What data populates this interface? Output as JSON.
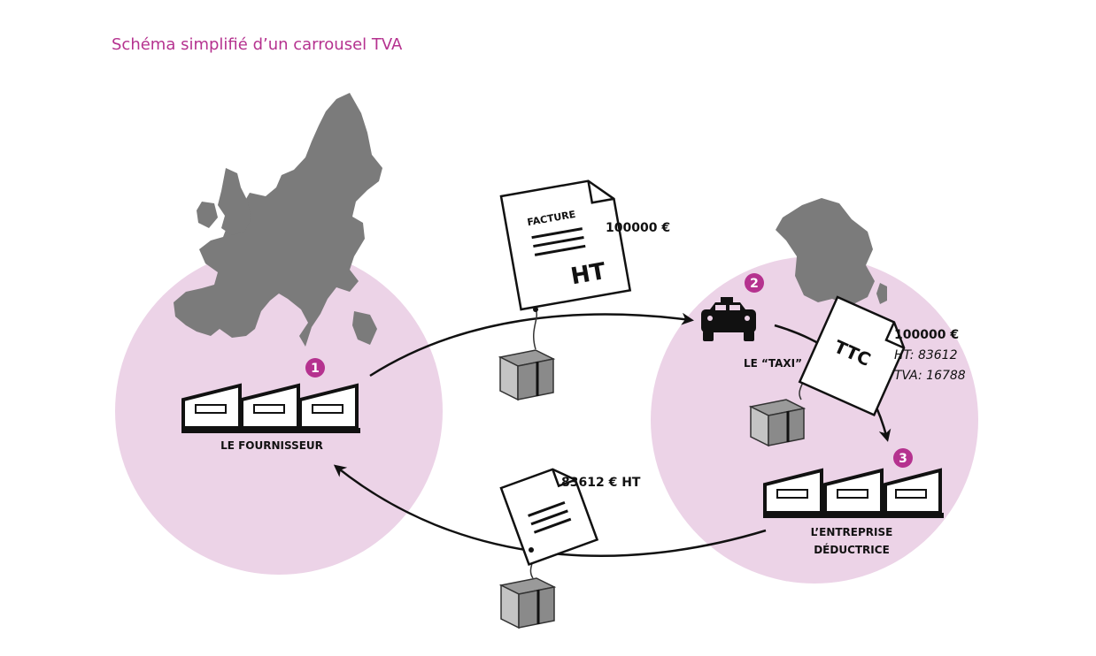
{
  "title": "Schéma simplifié d’un carrousel TVA",
  "nodes": {
    "supplier": {
      "number": "1",
      "label": "LE FOURNISSEUR"
    },
    "taxi": {
      "number": "2",
      "label": "LE “TAXI”"
    },
    "company": {
      "number": "3",
      "label_line1": "L’ENTREPRISE",
      "label_line2": "DÉDUCTRICE"
    }
  },
  "documents": {
    "invoice_ht": {
      "header": "FACTURE",
      "tag": "HT",
      "amount": "100000 €"
    },
    "invoice_ttc": {
      "tag": "TTC",
      "amount": "100000 €",
      "ht_line": "HT: 83612",
      "tva_line": "TVA: 16788"
    },
    "return_doc": {
      "amount": "83612 € HT"
    }
  },
  "colors": {
    "title": "#b5328f",
    "circle_fill": "#ecd3e7",
    "badge": "#b5328f",
    "map": "#7b7b7b"
  },
  "icons": [
    "europe-map-icon",
    "france-map-icon",
    "factory-icon",
    "taxi-icon",
    "parcel-icon",
    "invoice-icon",
    "badge-icon"
  ]
}
